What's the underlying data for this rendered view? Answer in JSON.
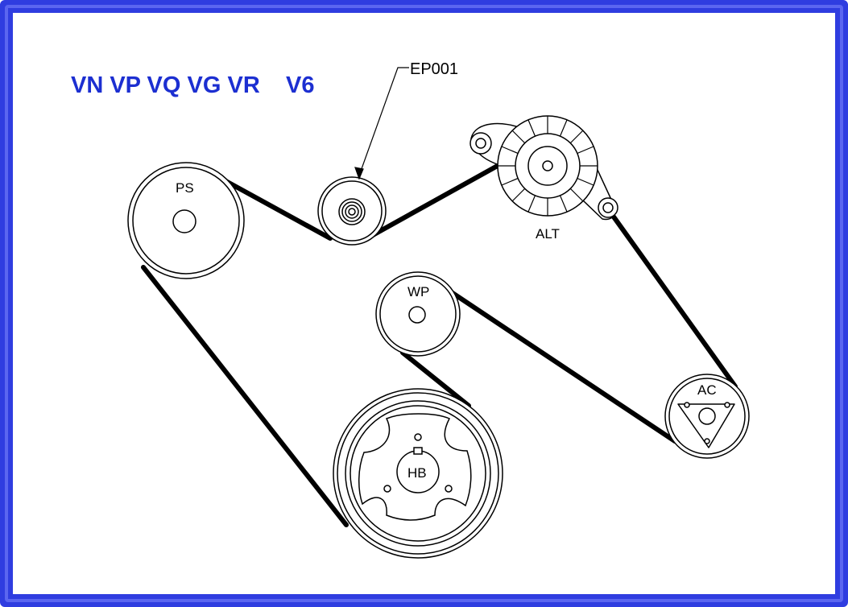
{
  "title": "VN VP VQ VG VR    V6",
  "callout": "EP001",
  "pulleys": {
    "ps": "PS",
    "alt": "ALT",
    "wp": "WP",
    "ac": "AC",
    "hb": "HB"
  },
  "colors": {
    "frame": "#2f3de0",
    "title": "#1c2fd1",
    "belt": "#000000"
  }
}
